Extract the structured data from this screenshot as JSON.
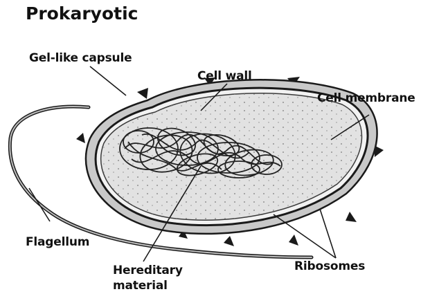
{
  "title": "Prokaryotic",
  "labels": {
    "capsule": "Gel-like capsule",
    "cell_wall": "Cell wall",
    "cell_membrane": "Cell membrane",
    "flagellum": "Flagellum",
    "hereditary_line1": "Hereditary",
    "hereditary_line2": "material",
    "ribosomes": "Ribosomes"
  },
  "colors": {
    "outline": "#1a1a1a",
    "capsule_fill": "#c9c9c9",
    "cytoplasm_fill": "#e2e2e2",
    "dna": "#222222"
  }
}
